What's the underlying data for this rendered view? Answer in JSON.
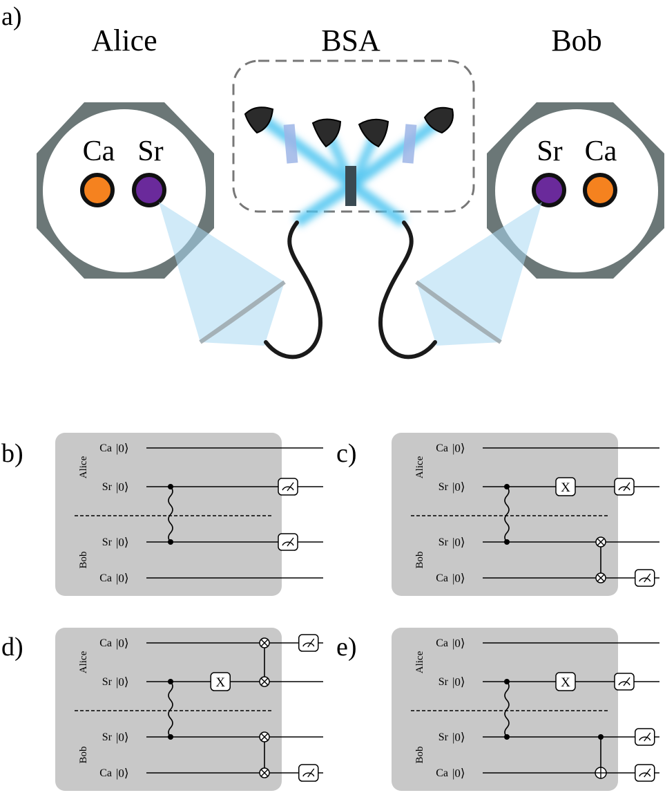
{
  "panel_a": {
    "label": "a)",
    "titles": {
      "alice": "Alice",
      "bsa": "BSA",
      "bob": "Bob"
    },
    "alice_ions": [
      "Ca",
      "Sr"
    ],
    "bob_ions": [
      "Sr",
      "Ca"
    ],
    "colors": {
      "trap": "#6b7777",
      "ca_ion": "#f5821f",
      "sr_ion": "#6a2a9b",
      "beam": "#4cc4f0",
      "light_cone": "#a9d8f2",
      "fiber": "#1a1a1a",
      "detector": "#2b2b2b"
    }
  },
  "circuits": [
    {
      "label": "b)",
      "parties": [
        "Alice",
        "Bob"
      ],
      "qubits": [
        {
          "ion": "Ca",
          "ket": "|0⟩"
        },
        {
          "ion": "Sr",
          "ket": "|0⟩"
        },
        {
          "ion": "Sr",
          "ket": "|0⟩"
        },
        {
          "ion": "Ca",
          "ket": "|0⟩"
        }
      ],
      "gates": [
        {
          "type": "entangle",
          "a": 1,
          "b": 2,
          "col": 0
        },
        {
          "type": "measure",
          "q": 1,
          "col": 2
        },
        {
          "type": "measure",
          "q": 2,
          "col": 2
        }
      ],
      "wire_end": 2.6
    },
    {
      "label": "c)",
      "parties": [
        "Alice",
        "Bob"
      ],
      "qubits": [
        {
          "ion": "Ca",
          "ket": "|0⟩"
        },
        {
          "ion": "Sr",
          "ket": "|0⟩"
        },
        {
          "ion": "Sr",
          "ket": "|0⟩"
        },
        {
          "ion": "Ca",
          "ket": "|0⟩"
        }
      ],
      "gates": [
        {
          "type": "entangle",
          "a": 1,
          "b": 2,
          "col": 0
        },
        {
          "type": "box",
          "q": 1,
          "col": 1,
          "text": "X"
        },
        {
          "type": "measure",
          "q": 1,
          "col": 2
        },
        {
          "type": "swap",
          "a": 2,
          "b": 3,
          "col": 1.6
        },
        {
          "type": "measure",
          "q": 3,
          "col": 2.35
        }
      ],
      "wire_end": 2.6
    },
    {
      "label": "d)",
      "parties": [
        "Alice",
        "Bob"
      ],
      "qubits": [
        {
          "ion": "Ca",
          "ket": "|0⟩"
        },
        {
          "ion": "Sr",
          "ket": "|0⟩"
        },
        {
          "ion": "Sr",
          "ket": "|0⟩"
        },
        {
          "ion": "Ca",
          "ket": "|0⟩"
        }
      ],
      "gates": [
        {
          "type": "entangle",
          "a": 1,
          "b": 2,
          "col": 0
        },
        {
          "type": "box",
          "q": 1,
          "col": 0.85,
          "text": "X"
        },
        {
          "type": "swap",
          "a": 0,
          "b": 1,
          "col": 1.6
        },
        {
          "type": "measure",
          "q": 0,
          "col": 2.35
        },
        {
          "type": "swap",
          "a": 2,
          "b": 3,
          "col": 1.6
        },
        {
          "type": "measure",
          "q": 3,
          "col": 2.35
        }
      ],
      "wire_end": 2.6
    },
    {
      "label": "e)",
      "parties": [
        "Alice",
        "Bob"
      ],
      "qubits": [
        {
          "ion": "Ca",
          "ket": "|0⟩"
        },
        {
          "ion": "Sr",
          "ket": "|0⟩"
        },
        {
          "ion": "Sr",
          "ket": "|0⟩"
        },
        {
          "ion": "Ca",
          "ket": "|0⟩"
        }
      ],
      "gates": [
        {
          "type": "entangle",
          "a": 1,
          "b": 2,
          "col": 0
        },
        {
          "type": "box",
          "q": 1,
          "col": 1,
          "text": "X"
        },
        {
          "type": "measure",
          "q": 1,
          "col": 2
        },
        {
          "type": "cnot",
          "c": 2,
          "t": 3,
          "col": 1.6
        },
        {
          "type": "measure",
          "q": 2,
          "col": 2.35
        },
        {
          "type": "measure",
          "q": 3,
          "col": 2.35
        }
      ],
      "wire_end": 2.6
    }
  ]
}
